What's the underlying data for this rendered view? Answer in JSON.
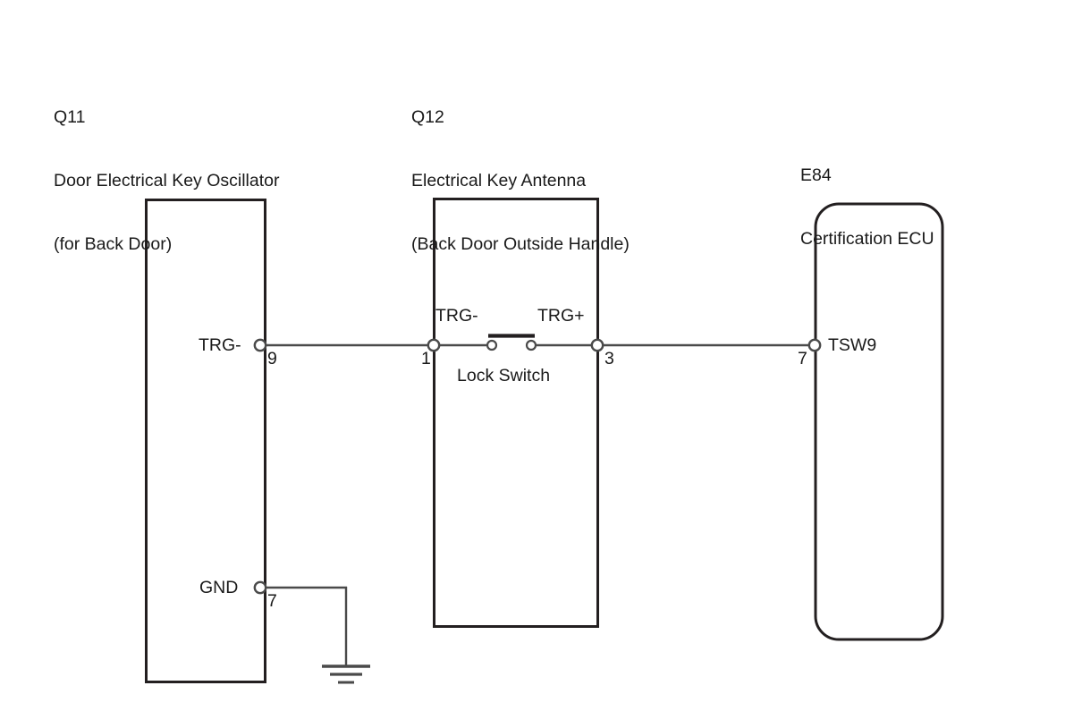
{
  "diagram": {
    "title": "Electrical Key Oscillator / Antenna / Certification ECU wiring",
    "stroke_color": "#231f20",
    "background": "#ffffff",
    "components": [
      {
        "id": "Q11",
        "code": "Q11",
        "name": "Door Electrical Key Oscillator",
        "qualifier": "(for Back Door)",
        "shape": "rectangle"
      },
      {
        "id": "Q12",
        "code": "Q12",
        "name": "Electrical Key Antenna",
        "qualifier": "(Back Door Outside Handle)",
        "shape": "rectangle"
      },
      {
        "id": "E84",
        "code": "E84",
        "name": "Certification ECU",
        "qualifier": "",
        "shape": "rounded-rectangle"
      }
    ],
    "terminals": [
      {
        "id": "q11-trg-minus",
        "component": "Q11",
        "signal": "TRG-",
        "pin": "9",
        "side": "right"
      },
      {
        "id": "q11-gnd",
        "component": "Q11",
        "signal": "GND",
        "pin": "7",
        "side": "right"
      },
      {
        "id": "q12-trg-minus",
        "component": "Q12",
        "signal": "TRG-",
        "pin": "1",
        "side": "left"
      },
      {
        "id": "q12-trg-plus",
        "component": "Q12",
        "signal": "TRG+",
        "pin": "3",
        "side": "right"
      },
      {
        "id": "e84-tsw9",
        "component": "E84",
        "signal": "TSW9",
        "pin": "7",
        "side": "left"
      }
    ],
    "switch": {
      "id": "lock-switch",
      "label": "Lock Switch",
      "state": "closed"
    },
    "ground": {
      "id": "chassis-ground",
      "symbol": "earth-ground"
    }
  }
}
